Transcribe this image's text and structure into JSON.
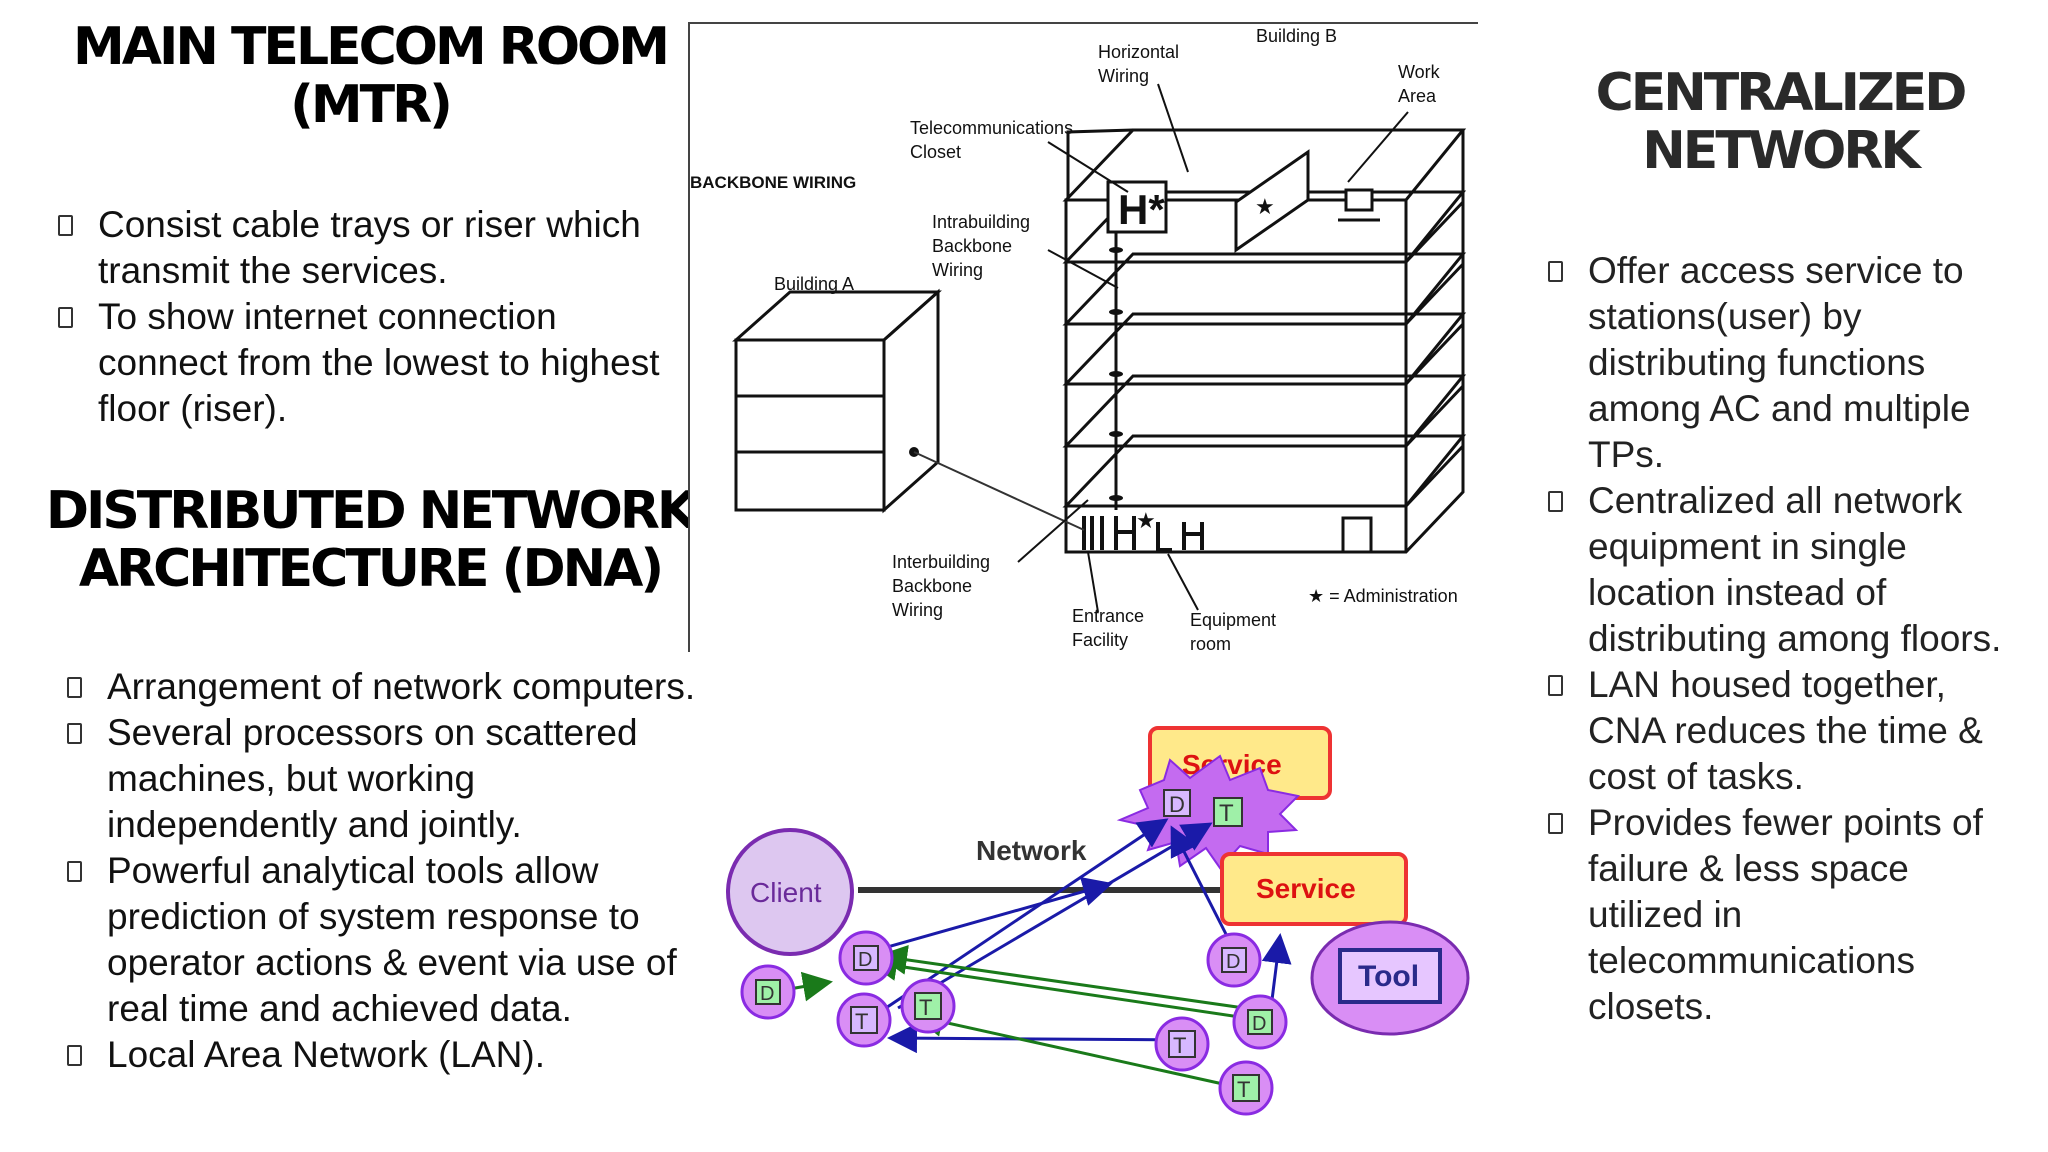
{
  "mtr": {
    "title_line1": "MAIN TELECOM ROOM",
    "title_line2": "(MTR)",
    "bullets": [
      "Consist cable trays or riser which transmit the services.",
      "To show internet connection connect from the lowest to highest floor (riser)."
    ]
  },
  "dna": {
    "title_line1": "DISTRIBUTED NETWORK",
    "title_line2": "ARCHITECTURE (DNA)",
    "bullets": [
      "Arrangement of network computers.",
      "Several processors on scattered machines, but working independently and jointly.",
      "Powerful analytical tools allow prediction of system response to operator actions & event via use of real time and achieved data.",
      "Local Area Network (LAN)."
    ]
  },
  "cna": {
    "title_line1": "CENTRALIZED",
    "title_line2": "NETWORK",
    "bullets": [
      "Offer access service to stations(user) by distributing functions among AC and multiple TPs.",
      "Centralized all network equipment in single location instead of distributing among floors.",
      "LAN housed together, CNA reduces the time & cost of tasks.",
      "Provides fewer points of failure & less space utilized in telecommunications closets."
    ]
  },
  "building_diagram": {
    "building_b": "Building B",
    "horizontal_wiring_1": "Horizontal",
    "horizontal_wiring_2": "Wiring",
    "work_area_1": "Work",
    "work_area_2": "Area",
    "telecom_closet_1": "Telecommunications",
    "telecom_closet_2": "Closet",
    "backbone_wiring": "BACKBONE WIRING",
    "intrabuilding_1": "Intrabuilding",
    "intrabuilding_2": "Backbone",
    "intrabuilding_3": "Wiring",
    "building_a": "Building A",
    "interbuilding_1": "Interbuilding",
    "interbuilding_2": "Backbone",
    "interbuilding_3": "Wiring",
    "entrance_1": "Entrance",
    "entrance_2": "Facility",
    "equipment_1": "Equipment",
    "equipment_2": "room",
    "admin_legend": "★ = Administration"
  },
  "network_diagram": {
    "service_top": "Service",
    "service_mid": "Service",
    "network": "Network",
    "client": "Client",
    "tool": "Tool",
    "d": "D",
    "t": "T"
  }
}
